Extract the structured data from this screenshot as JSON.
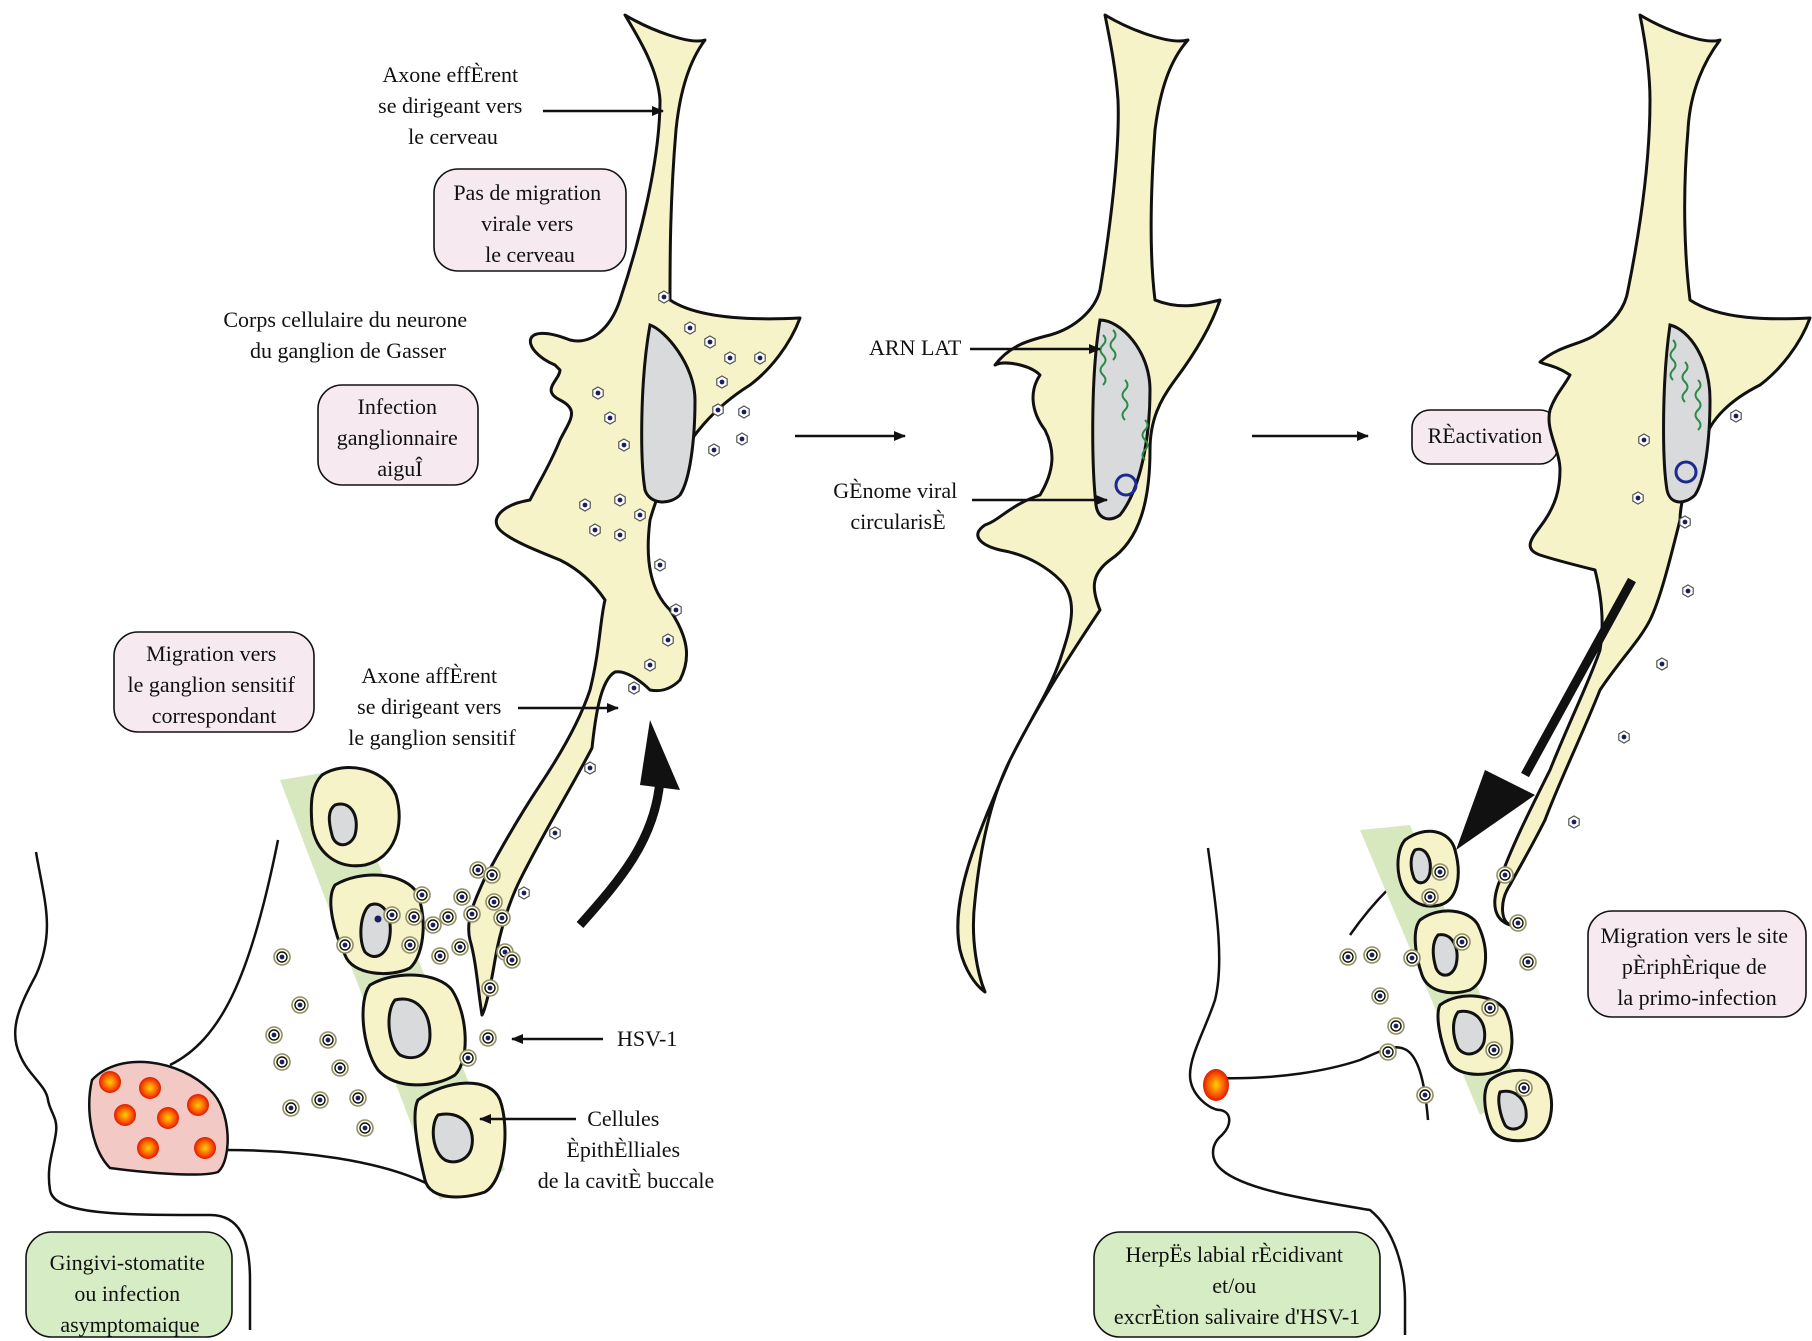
{
  "labels": {
    "axone_efferent": [
      "Axone effÈrent",
      "se dirigeant vers",
      "le cerveau"
    ],
    "corps_cellulaire": [
      "Corps cellulaire du neurone",
      "du  ganglion  de Gasser"
    ],
    "axone_afferent": [
      "Axone affÈrent",
      "se dirigeant vers",
      "le ganglion sensitif"
    ],
    "hsv1": "HSV-1",
    "cellules": [
      "Cellules",
      "ÈpithÈlliales",
      "de la cavitÈ buccale"
    ],
    "arn_lat": "ARN LAT",
    "genome": [
      "GÈnome viral",
      "circularisÈ"
    ]
  },
  "boxes": {
    "pas_migration": [
      "Pas de migration",
      "virale vers",
      "le cerveau"
    ],
    "infection_aigue": [
      "Infection",
      "ganglionnaire",
      "aiguÎ"
    ],
    "migration_ganglion": [
      "Migration vers",
      "le ganglion sensitif",
      "correspondant"
    ],
    "gingivo": [
      "Gingivi-stomatite",
      "ou infection",
      "asymptomaique"
    ],
    "reactivation": "RÈactivation",
    "migration_site": [
      "Migration vers le site",
      "pÈriphÈrique de",
      "la primo-infection"
    ],
    "herpes": [
      "HerpËs labial rÈcidivant",
      "et/ou",
      "excrÈtion salivaire d'HSV-1"
    ]
  },
  "colors": {
    "cell_fill": "#f6f3c8",
    "nucleus_fill": "#d9dadb",
    "pink_box": "#f6eaf0",
    "green_box": "#d6ecc4",
    "epithelium_band": "#d7e8bf",
    "lesion_fill": "#f2c9c4",
    "lat_rna": "#2b8a46",
    "genome_circle": "#1b2a8f",
    "vesicle": "#e82a00"
  }
}
